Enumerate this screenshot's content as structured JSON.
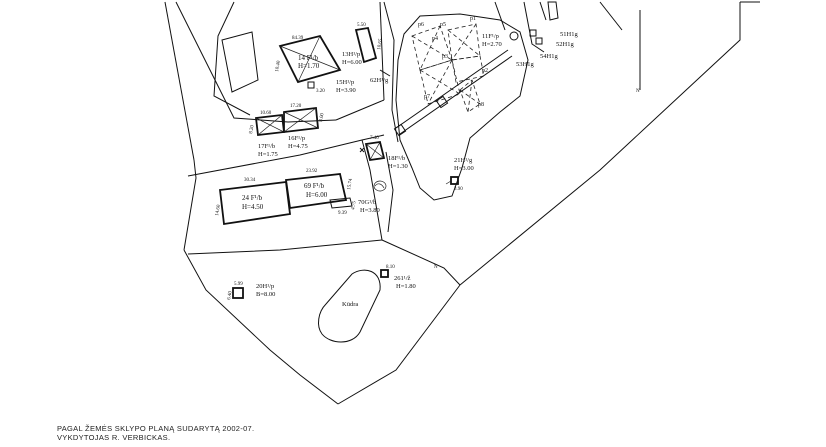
{
  "buildings": {
    "b14": {
      "label": "14 F¹/b",
      "height": "H=1.70",
      "dim_top": "84.39",
      "dim_left": "10.40"
    },
    "b13": {
      "label": "13H¹/p",
      "height": "H=6.00",
      "dim_top": "5.50",
      "dim_right": "10.65"
    },
    "b15": {
      "label": "15H¹/p",
      "height": "H=3.90",
      "dim": "3.20"
    },
    "b62": {
      "label": "62H¹/g"
    },
    "b17": {
      "label": "17F¹/b",
      "height": "H=1.75",
      "dim_top": "10.60",
      "dim_left": "8.20"
    },
    "b16": {
      "label": "16F¹/p",
      "height": "H=4.75",
      "dim_top": "17.20",
      "dim_right": "8.00"
    },
    "b18": {
      "label": "18F¹/b",
      "height": "H=1.30",
      "dim": "7.40"
    },
    "b24": {
      "label": "24 F¹/b",
      "height": "H=4.50",
      "dim_top": "30.34",
      "dim_left": "14.60"
    },
    "b69": {
      "label": "69 F¹/b",
      "height": "H=6.00",
      "dim_top": "23.92",
      "dim_right": "15.74"
    },
    "b70": {
      "label": "70G¹/b",
      "height": "H=3.80",
      "dim_a": "4.75",
      "dim_b": "9.39"
    },
    "b21": {
      "label": "21H¹/g",
      "height": "H=3.00",
      "dim": "3.90"
    },
    "b11": {
      "label": "11F¹/p",
      "height": "H=2.70"
    },
    "b51": {
      "label": "51H1g"
    },
    "b52": {
      "label": "52H1g"
    },
    "b53": {
      "label": "53H1g"
    },
    "b54": {
      "label": "54H1g"
    },
    "b20": {
      "label": "20H¹/p",
      "height": "B=8.00",
      "dim_top": "5.99",
      "dim_left": "6.40"
    },
    "b261": {
      "label": "261¹/ž",
      "height": "H=1.80",
      "dim": "8.10"
    }
  },
  "points": [
    "p1",
    "p2",
    "p3",
    "p4",
    "p5",
    "p6",
    "p7",
    "p8"
  ],
  "pond": {
    "label": "Kūdra"
  },
  "marks": {
    "n1": "N",
    "n2": "N"
  },
  "footer": {
    "line1": "PAGAL ŽEMĖS SKLYPO PLANĄ SUDARYTĄ 2002-07.",
    "line2": "VYKDYTOJAS  R. VERBICKAS."
  }
}
